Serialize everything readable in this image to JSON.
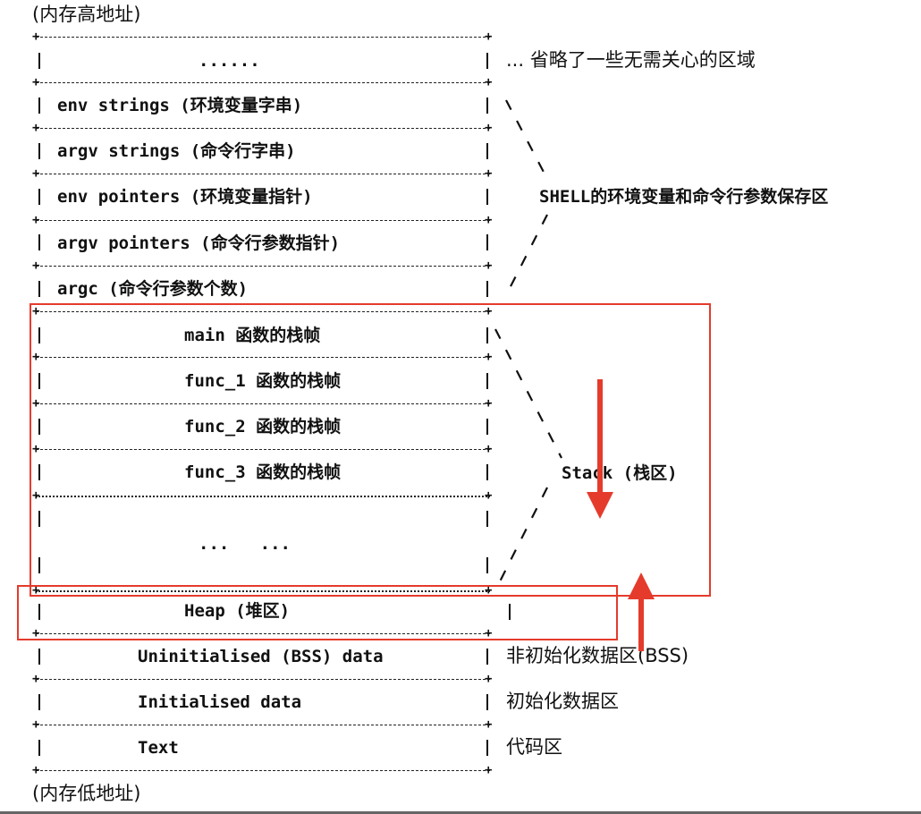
{
  "labels": {
    "high_address": "(内存高地址)",
    "low_address": "(内存低地址)"
  },
  "rows": [
    {
      "id": "omitted",
      "text": "......"
    },
    {
      "id": "env-strings",
      "text": "env strings (环境变量字串)"
    },
    {
      "id": "argv-strings",
      "text": "argv strings (命令行字串)"
    },
    {
      "id": "env-pointers",
      "text": "env pointers (环境变量指针)"
    },
    {
      "id": "argv-pointers",
      "text": "argv pointers (命令行参数指针)"
    },
    {
      "id": "argc",
      "text": "argc (命令行参数个数)"
    },
    {
      "id": "main-frame",
      "text": "main 函数的栈帧"
    },
    {
      "id": "func1-frame",
      "text": "func_1 函数的栈帧"
    },
    {
      "id": "func2-frame",
      "text": "func_2 函数的栈帧"
    },
    {
      "id": "func3-frame",
      "text": "func_3 函数的栈帧"
    },
    {
      "id": "stack-gap",
      "text": "...   ..."
    },
    {
      "id": "heap",
      "text": "Heap (堆区)"
    },
    {
      "id": "bss",
      "text": "Uninitialised (BSS) data"
    },
    {
      "id": "data",
      "text": "Initialised data"
    },
    {
      "id": "text",
      "text": "Text"
    }
  ],
  "annotations": {
    "omitted": "... 省略了一些无需关心的区域",
    "shell": "SHELL的环境变量和命令行参数保存区",
    "stack": "Stack (栈区)",
    "bss": "非初始化数据区(BSS)",
    "data": "初始化数据区",
    "text": "代码区"
  },
  "colors": {
    "highlight": "#e53b2c",
    "ink": "#111111"
  }
}
